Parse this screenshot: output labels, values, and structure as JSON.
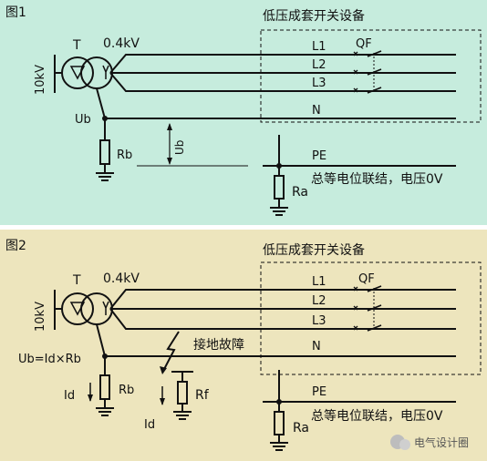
{
  "colors": {
    "panel1_bg": "#c6ecdd",
    "panel2_bg": "#ede5bd",
    "divider": "#ffffff",
    "line": "#111111"
  },
  "fig1": {
    "caption": "图1",
    "equipment_title": "低压成套开关设备",
    "transformer_label": "T",
    "voltage_label": "0.4kV",
    "hv_label": "10kV",
    "switch_label": "QF",
    "phases": [
      "L1",
      "L2",
      "L3"
    ],
    "neutral": "N",
    "ub_node": "Ub",
    "rb": "Rb",
    "ub_measure": "Ub",
    "pe": "PE",
    "ra": "Ra",
    "bonding_note": "总等电位联结，电压0V"
  },
  "fig2": {
    "caption": "图2",
    "equipment_title": "低压成套开关设备",
    "transformer_label": "T",
    "voltage_label": "0.4kV",
    "hv_label": "10kV",
    "switch_label": "QF",
    "phases": [
      "L1",
      "L2",
      "L3"
    ],
    "neutral": "N",
    "ub_formula": "Ub=Id×Rb",
    "rb": "Rb",
    "id_left": "Id",
    "id_fault": "Id",
    "fault_label": "接地故障",
    "rf": "Rf",
    "pe": "PE",
    "ra": "Ra",
    "bonding_note": "总等电位联结，电压0V",
    "watermark": "电气设计圈"
  }
}
